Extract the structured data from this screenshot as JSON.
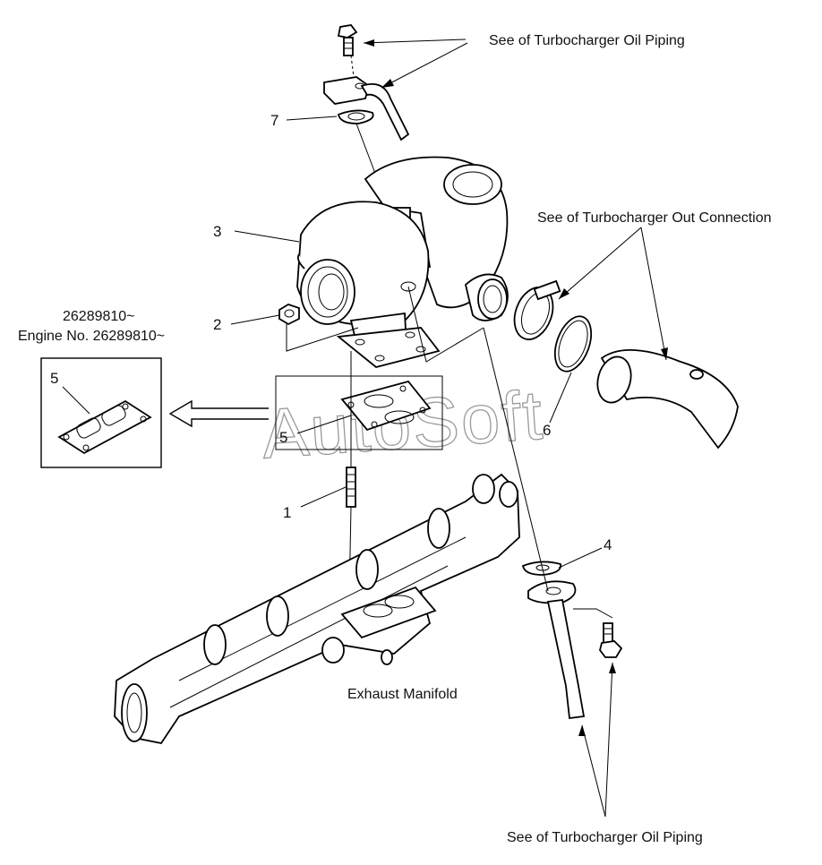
{
  "callouts": {
    "oil_piping_top": "See of Turbocharger Oil Piping",
    "out_connection": "See of Turbocharger Out Connection",
    "oil_piping_bottom": "See of Turbocharger Oil Piping",
    "exhaust_manifold": "Exhaust Manifold",
    "serial_line1": "26289810~",
    "serial_line2": "Engine No. 26289810~"
  },
  "part_numbers": {
    "p1": "1",
    "p2": "2",
    "p3": "3",
    "p4": "4",
    "p5": "5",
    "p5_inset": "5",
    "p6": "6",
    "p7": "7"
  },
  "watermark": "AutoSoft"
}
